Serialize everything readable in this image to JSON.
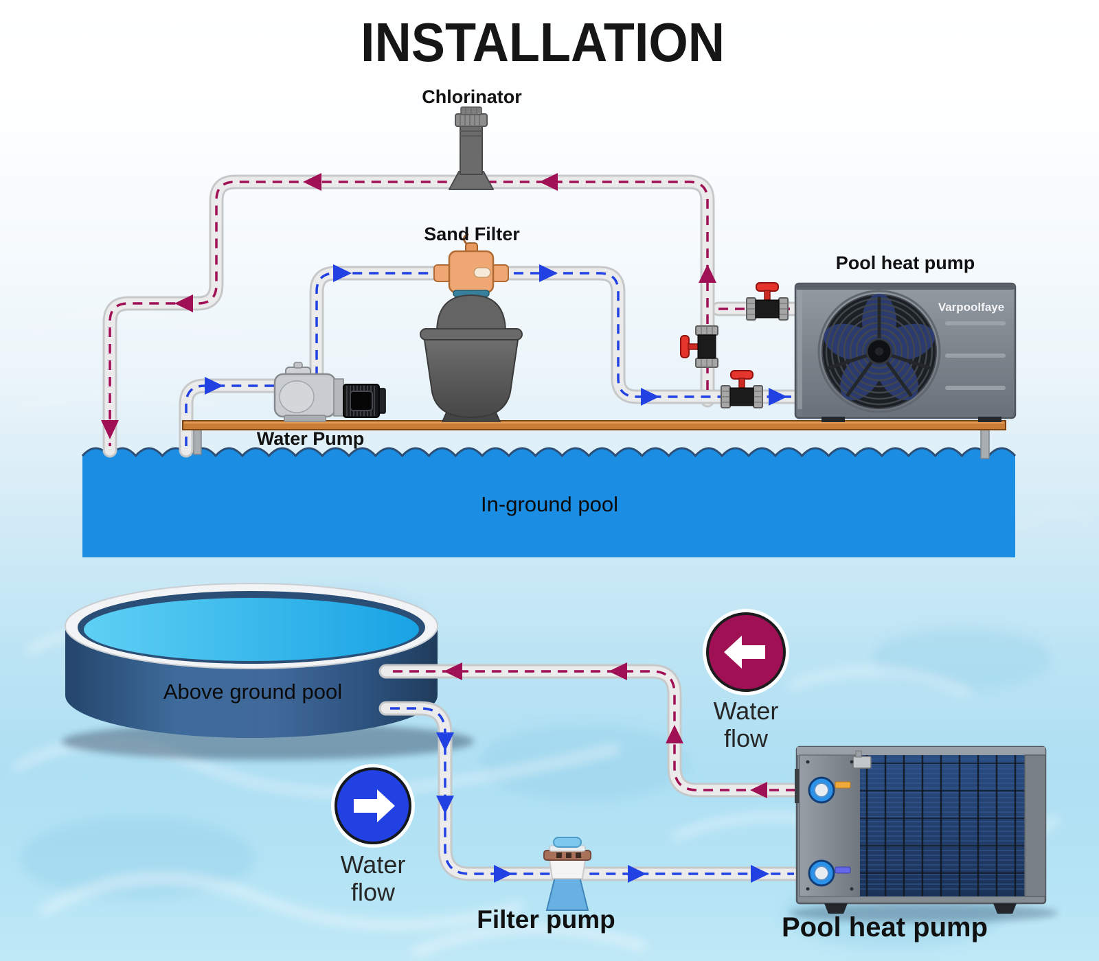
{
  "title": "INSTALLATION",
  "colors": {
    "supply_flow_blue": "#2141e3",
    "return_flow_maroon": "#a01055",
    "pipe_gray": "#ebebeb",
    "pool_water_blue": "#1b8ee4",
    "platform_wood": "#c97c35",
    "valve_handle_red": "#e5342b",
    "above_pool_wall_blue": "#2f547e",
    "above_pool_water_cyan": "#38bdf0",
    "heat_pump_gray": "#7d848c",
    "coil_navy": "#23406e",
    "background_water": "#b3e2f4"
  },
  "top_diagram": {
    "labels": {
      "chlorinator": "Chlorinator",
      "sand_filter": "Sand Filter",
      "water_pump": "Water Pump",
      "heat_pump": "Pool heat pump",
      "pool": "In-ground pool"
    },
    "heat_pump_brand": "Varpoolfaye"
  },
  "bottom_diagram": {
    "labels": {
      "pool": "Above ground pool",
      "filter_pump": "Filter pump",
      "heat_pump": "Pool heat pump"
    },
    "water_flow_return": {
      "line1": "Water",
      "line2": "flow"
    },
    "water_flow_supply": {
      "line1": "Water",
      "line2": "flow"
    }
  }
}
